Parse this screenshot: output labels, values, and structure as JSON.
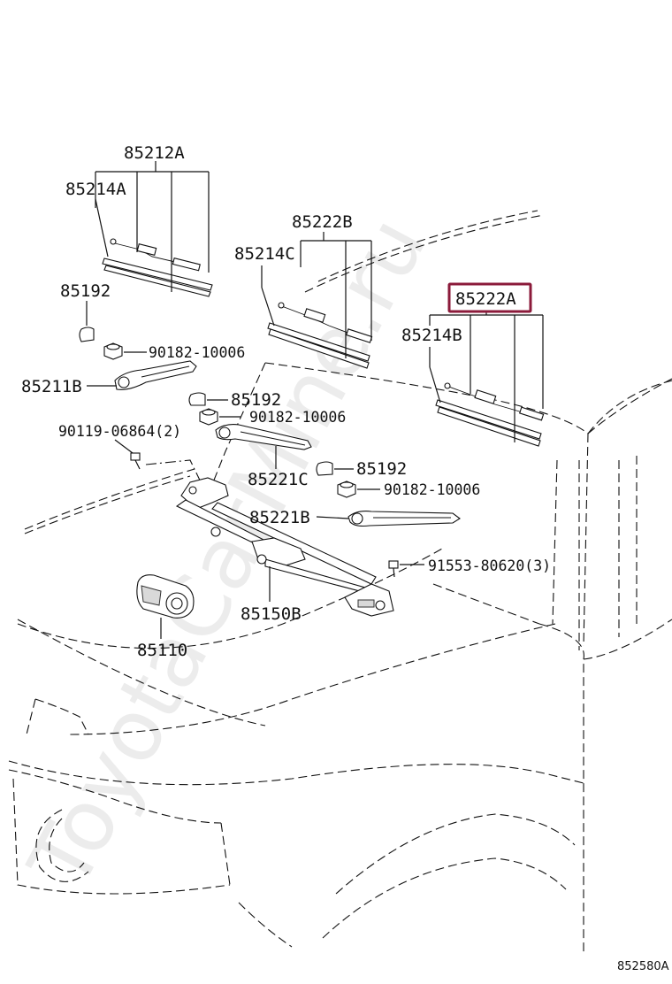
{
  "diagram": {
    "watermark": "ToyotaCarMine.ru",
    "reference_code": "852580A",
    "highlight_color": "#8b1a3a",
    "labels": {
      "p85212A": "85212A",
      "p85214A": "85214A",
      "p85222B": "85222B",
      "p85214C": "85214C",
      "p85222A": "85222A",
      "p85214B": "85214B",
      "p85192_a": "85192",
      "p90182_a": "90182-10006",
      "p85211B": "85211B",
      "p85192_b": "85192",
      "p90182_b": "90182-10006",
      "p90119": "90119-06864(2)",
      "p85221C": "85221C",
      "p85192_c": "85192",
      "p90182_c": "90182-10006",
      "p85221B": "85221B",
      "p91553": "91553-80620(3)",
      "p85150B": "85150B",
      "p85110": "85110"
    }
  }
}
